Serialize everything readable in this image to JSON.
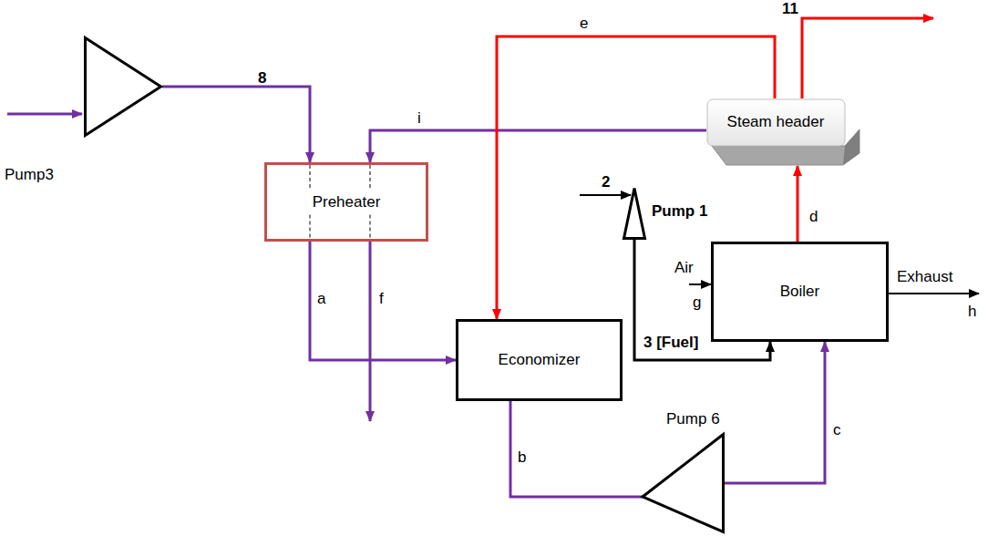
{
  "diagram": {
    "nodes": [
      {
        "text": [
          "Pump3"
        ]
      },
      {
        "text": [
          "Preheater"
        ]
      },
      {
        "text": [
          "Steam header"
        ]
      },
      {
        "text": [
          "Pump 1"
        ]
      },
      {
        "text": [
          "Boiler"
        ]
      },
      {
        "text": [
          "Economizer"
        ]
      },
      {
        "text": [
          "Pump 6"
        ]
      }
    ],
    "edges": [
      {
        "from": 0,
        "to": 1,
        "arrow": "to",
        "label": "8"
      },
      {
        "from": 2,
        "to": 1,
        "arrow": "to",
        "label": "i"
      },
      {
        "from": 1,
        "to": 5,
        "arrow": "to",
        "label": "a"
      },
      {
        "from": 2,
        "to": 5,
        "arrow": "to",
        "label": "e"
      },
      {
        "from": 3,
        "to": 4,
        "arrow": "to",
        "label": "3 [Fuel]"
      },
      {
        "from": 4,
        "to": 2,
        "arrow": "to",
        "label": "d"
      },
      {
        "from": 5,
        "to": 6,
        "arrow": "none",
        "label": "b"
      },
      {
        "from": 6,
        "to": 4,
        "arrow": "to",
        "label": "c"
      }
    ],
    "labels": [
      "11",
      "2",
      "f",
      "Air",
      "g",
      "Exhaust",
      "h"
    ]
  }
}
